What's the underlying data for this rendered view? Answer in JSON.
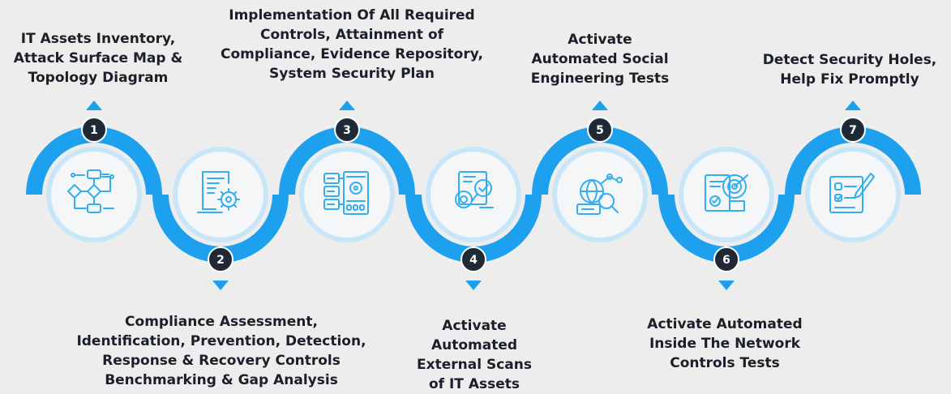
{
  "colors": {
    "background": "#ededed",
    "arc_blue": "#1da0ee",
    "ring_light": "#c8e6f8",
    "inner_disc": "#f4f6f8",
    "icon_blue": "#33aef0",
    "badge_dark": "#1f2a36",
    "badge_text": "#ffffff",
    "text": "#1a1f29"
  },
  "steps": [
    {
      "number": "1",
      "icon": "flowchart-icon",
      "caption_lines": [
        "IT Assets Inventory,",
        "Attack Surface Map &",
        "Topology Diagram"
      ]
    },
    {
      "number": "2",
      "icon": "document-gear-icon",
      "caption_lines": [
        "Compliance Assessment,",
        "Identification, Prevention, Detection,",
        "Response & Recovery Controls",
        "Benchmarking & Gap Analysis"
      ]
    },
    {
      "number": "3",
      "icon": "server-controls-icon",
      "caption_lines": [
        "Implementation Of All Required",
        "Controls, Attainment of",
        "Compliance, Evidence Repository,",
        "System Security Plan"
      ]
    },
    {
      "number": "4",
      "icon": "scan-gear-magnifier-icon",
      "caption_lines": [
        "Activate",
        "Automated",
        "External Scans",
        "of IT Assets"
      ]
    },
    {
      "number": "5",
      "icon": "network-globe-search-icon",
      "caption_lines": [
        "Activate",
        "Automated Social",
        "Engineering Tests"
      ]
    },
    {
      "number": "6",
      "icon": "report-target-icon",
      "caption_lines": [
        "Activate Automated",
        "Inside The Network",
        "Controls Tests"
      ]
    },
    {
      "number": "7",
      "icon": "checklist-pencil-icon",
      "caption_lines": [
        "Detect Security Holes,",
        "Help Fix Promptly"
      ]
    }
  ]
}
